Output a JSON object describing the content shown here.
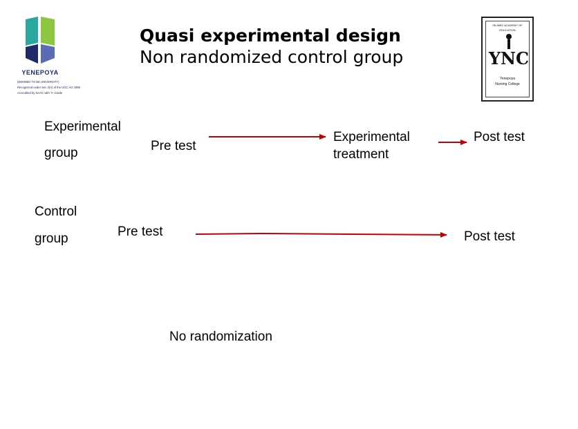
{
  "title": {
    "line1": "Quasi experimental design",
    "line2": "Non randomized control group"
  },
  "logo_left": {
    "name": "YENEPOYA",
    "line1": "(DEEMED TO BE UNIVERSITY)",
    "line2": "Recognized under Sec 3(A) of the UGC Act 1956",
    "line3": "Accredited by NAAC with 'A' Grade"
  },
  "logo_right": {
    "top_text": "ISLAMIC ACADEMY OF EDUCATION",
    "monogram": "YNC",
    "bottom_line1": "Yenepoya",
    "bottom_line2": "Nursing College"
  },
  "experimental_group": {
    "label_line1": "Experimental",
    "label_line2": "group",
    "pretest": "Pre test",
    "treatment_line1": "Experimental",
    "treatment_line2": "treatment",
    "posttest": "Post test"
  },
  "control_group": {
    "label_line1": "Control",
    "label_line2": "group",
    "pretest": "Pre test",
    "posttest": "Post test"
  },
  "note": "No randomization",
  "colors": {
    "arrow": "#c00000",
    "logo_navy": "#1f2a6b",
    "logo_teal": "#2aa7a0",
    "logo_green": "#8dc63f"
  }
}
